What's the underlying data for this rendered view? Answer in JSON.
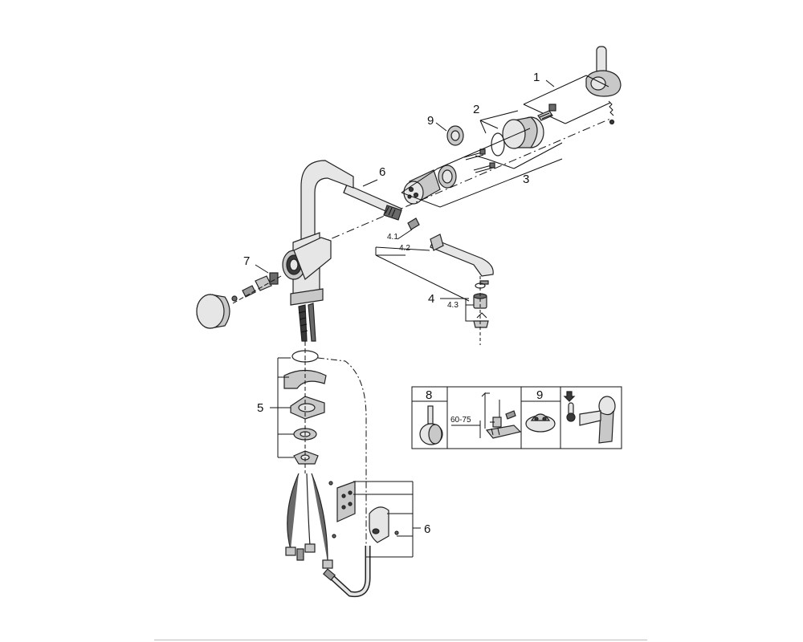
{
  "callouts": {
    "c1": "1",
    "c2": "2",
    "c3": "3",
    "c9": "9",
    "c6_top": "6",
    "c4_1": "4.1",
    "c4_2": "4.2",
    "c7": "7",
    "c4": "4",
    "c4_3": "4.3",
    "c5": "5",
    "c6_bottom": "6"
  },
  "legend_box": {
    "col1_number": "8",
    "col2_dimension": "60-75",
    "col3_number": "9"
  },
  "colors": {
    "line": "#111111",
    "metal_light": "#e6e6e6",
    "metal_mid": "#c8c8c8",
    "metal_dark": "#6a6a6a"
  }
}
